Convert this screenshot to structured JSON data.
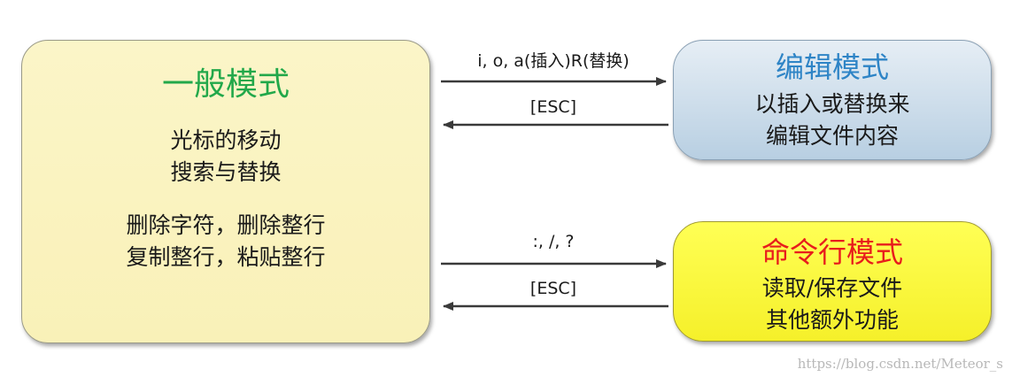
{
  "normal_mode": {
    "title": "一般模式",
    "line1": "光标的移动",
    "line2": "搜索与替换",
    "line3": "删除字符，删除整行",
    "line4": "复制整行，粘贴整行"
  },
  "edit_mode": {
    "title": "编辑模式",
    "line1": "以插入或替换来",
    "line2": "编辑文件内容"
  },
  "command_mode": {
    "title": "命令行模式",
    "line1": "读取/保存文件",
    "line2": "其他额外功能"
  },
  "arrows": {
    "to_edit_label": "i, o, a(插入)R(替换)",
    "from_edit_label": "[ESC]",
    "to_command_label": ":, /, ?",
    "from_command_label": "[ESC]"
  },
  "colors": {
    "normal_title": "#22a84a",
    "edit_title": "#2e84c6",
    "command_title": "#e81c1c",
    "arrow": "#3a3a3a"
  },
  "watermark": "https://blog.csdn.net/Meteor_s"
}
